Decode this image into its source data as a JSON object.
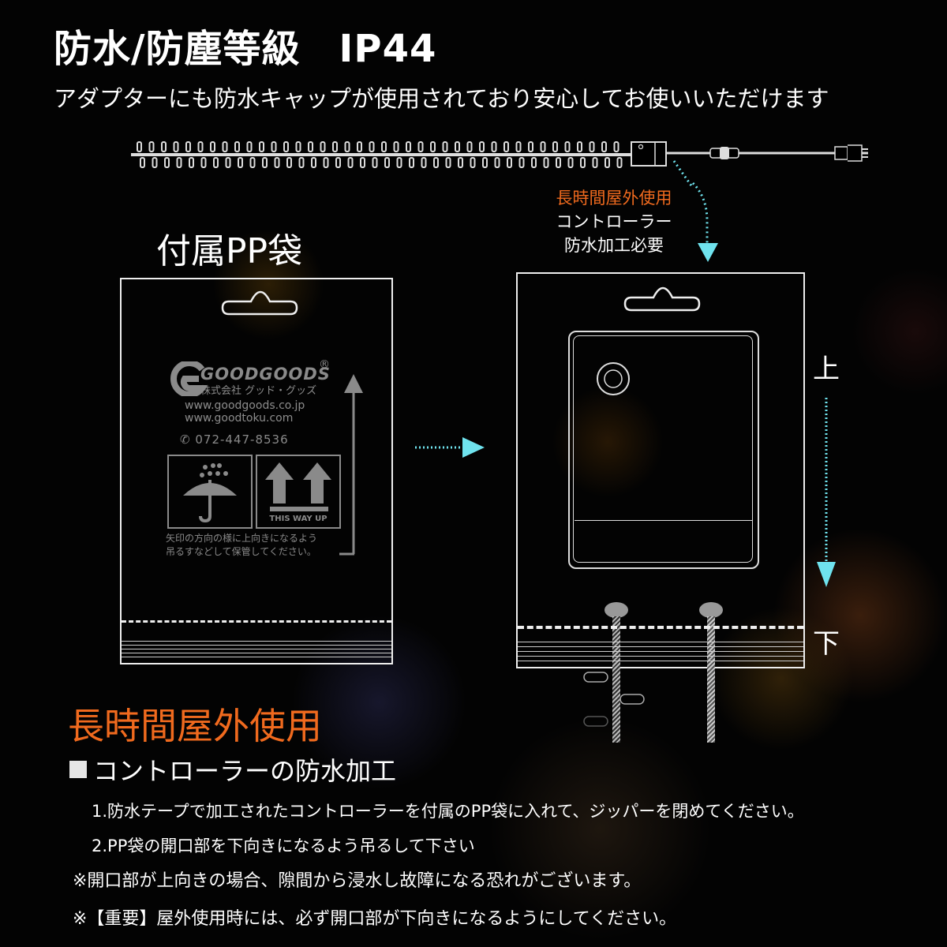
{
  "header": {
    "title": "防水/防塵等級　IP44",
    "subtitle": "アダプターにも防水キャップが使用されており安心してお使いいただけます"
  },
  "callout": {
    "line1": "長時間屋外使用",
    "line2": "コントローラー",
    "line3": "防水加工必要"
  },
  "left_bag": {
    "label": "付属PP袋",
    "brand": "GOODGOODS",
    "registered_mark": "®",
    "company": "株式会社 グッド・グッズ",
    "url1": "www.goodgoods.co.jp",
    "url2": "www.goodtoku.com",
    "phone": "072-447-8536",
    "this_way_up": "THIS WAY UP",
    "caption1": "矢印の方向の様に上向きになるよう",
    "caption2": "吊るすなどして保管してください。"
  },
  "right_bag": {
    "up_label": "上",
    "down_label": "下"
  },
  "instructions": {
    "heading": "長時間屋外使用",
    "subheading": "コントローラーの防水加工",
    "step1": "1.防水テープで加工されたコントローラーを付属のPP袋に入れて、ジッパーを閉めてください。",
    "step2": "2.PP袋の開口部を下向きになるよう吊るして下さい",
    "warning1": "※開口部が上向きの場合、隙間から浸水し故障になる恐れがございます。",
    "warning2": "※【重要】屋外使用時には、必ず開口部が下向きになるようにしてください。"
  },
  "colors": {
    "accent_orange": "#f06a1e",
    "arrow_cyan": "#6fe3ee",
    "line_white": "#eeeeee",
    "print_gray": "#8a8a8a"
  }
}
